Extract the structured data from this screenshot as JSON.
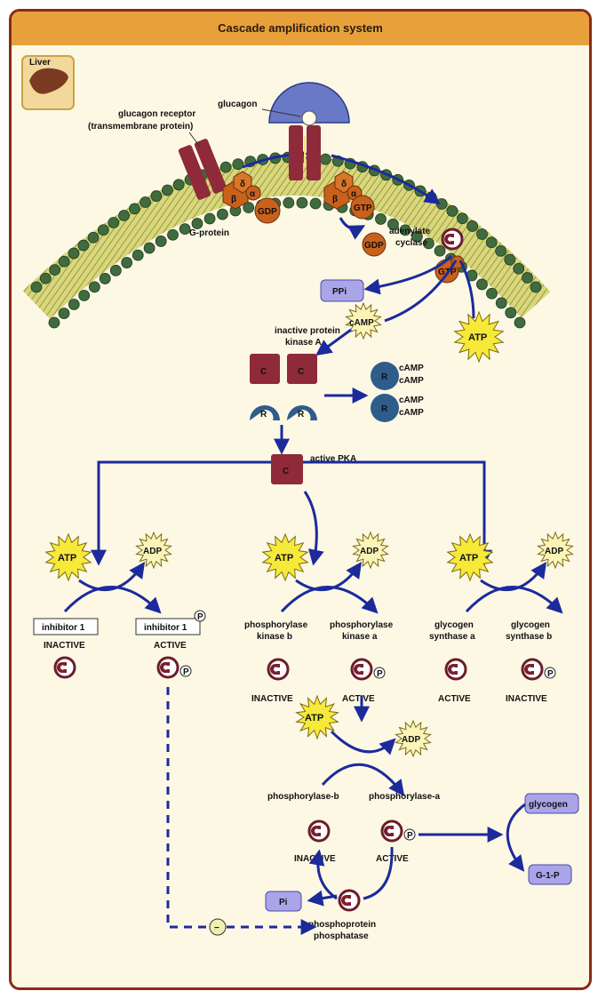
{
  "title": "Cascade amplification system",
  "organ_label": "Liver",
  "labels": {
    "glucagon": "glucagon",
    "receptor_line1": "glucagon receptor",
    "receptor_line2": "(transmembrane protein)",
    "gprotein": "G-protein",
    "adenylate1": "adenylate",
    "adenylate2": "cyclase",
    "gdp": "GDP",
    "gtp": "GTP",
    "beta": "β",
    "delta": "δ",
    "alpha": "α",
    "ppi": "PPi",
    "camp": "cAMP",
    "atp": "ATP",
    "adp": "ADP",
    "pka_line1": "inactive protein",
    "pka_line2": "kinase A",
    "c": "C",
    "r": "R",
    "active_pka": "active PKA",
    "inhibitor1": "inhibitor 1",
    "inactive": "INACTIVE",
    "active": "ACTIVE",
    "p": "P",
    "phk_b1": "phosphorylase",
    "phk_b2": "kinase b",
    "phk_a1": "phosphorylase",
    "phk_a2": "kinase a",
    "gs_a1": "glycogen",
    "gs_a2": "synthase a",
    "gs_b1": "glycogen",
    "gs_b2": "synthase b",
    "phos_b": "phosphorylase-b",
    "phos_a": "phosphorylase-a",
    "glycogen": "glycogen",
    "g1p": "G-1-P",
    "pi": "Pi",
    "ppp1": "phosphoprotein",
    "ppp2": "phosphatase",
    "minus": "−"
  },
  "colors": {
    "arrow": "#1c2a9c",
    "membrane": "#c9c76a",
    "bead": "#3f6b3f",
    "receptor": "#8e2a3a",
    "orange": "#c8611c",
    "blue_r": "#2e5d8c",
    "lavender": "#a9a5e8",
    "star": "#f6e93a",
    "star_light": "#faf4b8"
  }
}
